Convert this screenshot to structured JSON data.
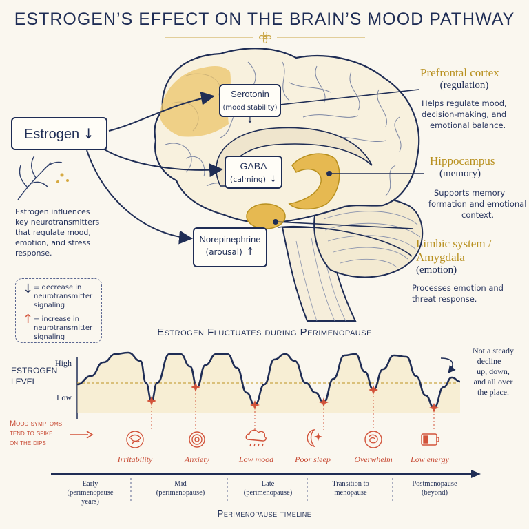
{
  "title": "ESTROGEN’S EFFECT ON THE BRAIN’S MOOD PATHWAY",
  "estrogen": {
    "label": "Estrogen",
    "arrow": "↓"
  },
  "neuro": {
    "serotonin": {
      "name": "Serotonin",
      "detail": "(mood stability)",
      "arrow": "↓"
    },
    "gaba": {
      "name": "GABA",
      "detail": "(calming)",
      "arrow": "↓"
    },
    "norepinephrine": {
      "name": "Norepinephrine",
      "detail": "(arousal)",
      "arrow": "↑"
    }
  },
  "regions": {
    "prefrontal": {
      "title": "Prefrontal cortex",
      "sub": "(regulation)",
      "desc": [
        "Helps regulate mood,",
        "decision-making, and",
        "emotional balance."
      ]
    },
    "hippocampus": {
      "title": "Hippocampus",
      "sub": "(memory)",
      "desc": [
        "Supports memory",
        "formation and emotional",
        "context."
      ]
    },
    "limbic": {
      "title1": "Limbic system /",
      "title2": "Amygdala",
      "sub": "(emotion)",
      "desc": [
        "Processes emotion and",
        "threat response."
      ]
    }
  },
  "note": [
    "Estrogen influences",
    "key neurotransmitters",
    "that regulate mood,",
    "emotion, and stress",
    "response."
  ],
  "legend": {
    "decrease_symbol": "↓",
    "decrease": [
      "= decrease in",
      "neurotransmitter",
      "signaling"
    ],
    "increase_symbol": "↑",
    "increase": [
      "= increase in",
      "neurotransmitter",
      "signaling"
    ]
  },
  "chart_data": {
    "type": "line",
    "title": "Estrogen Fluctuates during Perimenopause",
    "ylabel": "ESTROGEN LEVEL",
    "ylabel_lines": [
      "ESTROGEN",
      "LEVEL"
    ],
    "y_ticks": [
      "High",
      "Low"
    ],
    "xlabel": "Perimenopause timeline",
    "stages": [
      {
        "line1": "Early",
        "line2": "(perimenopause",
        "line3": "years)"
      },
      {
        "line1": "Mid",
        "line2": "(perimenopause)",
        "line3": ""
      },
      {
        "line1": "Late",
        "line2": "(perimenopause)",
        "line3": ""
      },
      {
        "line1": "Transition to",
        "line2": "menopause",
        "line3": ""
      },
      {
        "line1": "Postmenopause",
        "line2": "(beyond)",
        "line3": ""
      }
    ],
    "annotation": [
      "Not a steady",
      "decline—",
      "up, down,",
      "and all over",
      "the place."
    ],
    "symptoms_note": [
      "Mood symptoms",
      "tend to spike",
      "on the dips"
    ],
    "symptoms": [
      "Irritability",
      "Anxiety",
      "Low mood",
      "Poor sleep",
      "Overwhelm",
      "Low energy"
    ],
    "grid": false
  },
  "colors": {
    "navy": "#1f2d55",
    "gold": "#b8901f",
    "highlight": "#ecc46a",
    "red": "#d2533a",
    "paper": "#faf7ef"
  }
}
